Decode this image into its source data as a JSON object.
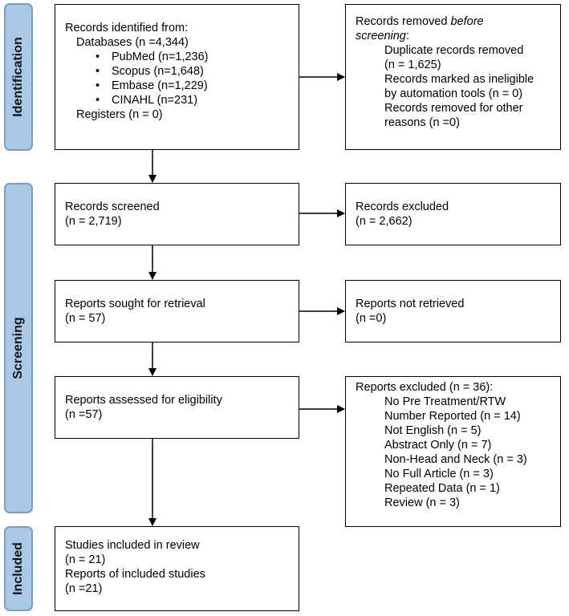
{
  "phases": {
    "identification": "Identification",
    "screening": "Screening",
    "included": "Included"
  },
  "identified": {
    "title": "Records identified from:",
    "databases": "Databases (n =4,344)",
    "sources": [
      "PubMed (n=1,236)",
      "Scopus (n=1,648)",
      "Embase (n=1,229)",
      "CINAHL (n=231)"
    ],
    "registers": "Registers (n = 0)"
  },
  "removed": {
    "title_prefix": "Records removed ",
    "title_italic": "before",
    "title_italic2": "screening",
    "title_suffix": ":",
    "duplicates": [
      "Duplicate records removed",
      "(n = 1,625)"
    ],
    "ineligible": [
      "Records marked as ineligible",
      "by automation tools (n = 0)"
    ],
    "other": [
      "Records removed for other",
      "reasons (n =0)"
    ]
  },
  "screened": {
    "label": "Records screened",
    "count": "(n = 2,719)"
  },
  "excluded": {
    "label": "Records excluded",
    "count": "(n = 2,662)"
  },
  "sought": {
    "label": "Reports sought for retrieval",
    "count": "(n = 57)"
  },
  "not_retrieved": {
    "label": "Reports not retrieved",
    "count": "(n =0)"
  },
  "assessed": {
    "label": "Reports assessed for eligibility",
    "count": "(n =57)"
  },
  "reports_excluded": {
    "title": "Reports excluded (n = 36):",
    "reasons": [
      "No Pre Treatment/RTW",
      "Number Reported (n = 14)",
      "Not English (n = 5)",
      "Abstract Only (n = 7)",
      "Non-Head and Neck (n = 3)",
      "No Full Article (n = 3)",
      "Repeated Data (n = 1)",
      "Review (n = 3)"
    ]
  },
  "included": {
    "studies_label": "Studies included in review",
    "studies_count": "(n = 21)",
    "reports_label": "Reports of included studies",
    "reports_count": "(n =21)"
  }
}
